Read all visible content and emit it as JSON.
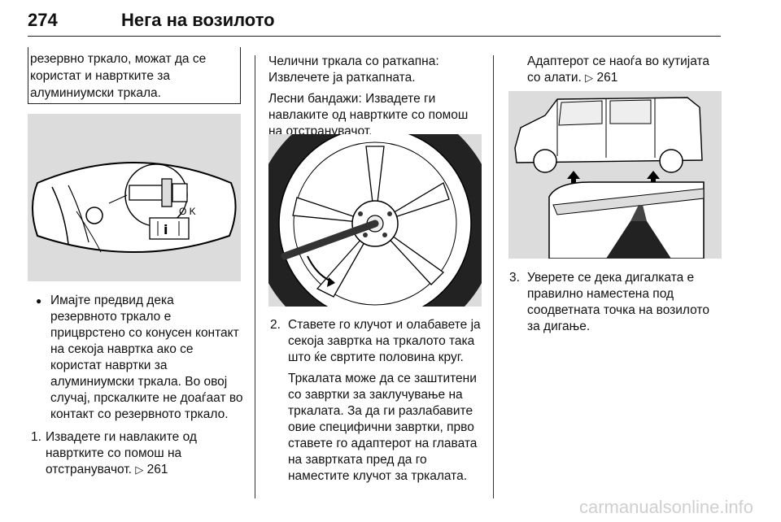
{
  "header": {
    "page_number": "274",
    "title": "Нега на возилото"
  },
  "left": {
    "note": "резервно тркало, можат да се користат и навртките за алуминиумски тркала.",
    "figure_label": "O K",
    "bullet_symbol": "●",
    "bullet_text": "Имајте предвид дека резервното тркало е прицврстено со конусен контакт на секоја навртка ако се користат навртки за алуминиумски тркала. Во овој случај, прскалките не доаѓаат во контакт со резервното тркало.",
    "step1_num": "1.",
    "step1_text": "Извадете ги навлаките од навртките со помош на отстранувачот.",
    "step1_ref": "261"
  },
  "middle": {
    "para1": "Челични тркала со раткапна: Извлечете ја раткапната.",
    "para2": "Лесни бандажи: Извадете ги навлаките од навртките со помош на отстранувачот.",
    "step2_num": "2.",
    "step2_text": "Ставете го клучот и олабавете ја секоја завртка на тркалото така што ќе свртите половина круг.",
    "step2_para": "Тркалата може да се заштитени со завртки за заклучување на тркалата. За да ги разлабавите овие специфични завртки, прво ставете го адаптерот на главата на завртката пред да го наместите клучот за тркалата."
  },
  "right": {
    "para1": "Адаптерот се наоѓа во кутијата со алати.",
    "para1_ref": "261",
    "step3_num": "3.",
    "step3_text": "Уверете се дека дигалката е правилно наместена под соодветната точка на возилото за дигање."
  },
  "icons": {
    "reference": "reference-arrow-icon"
  },
  "watermark": "carmanualsonline.info"
}
